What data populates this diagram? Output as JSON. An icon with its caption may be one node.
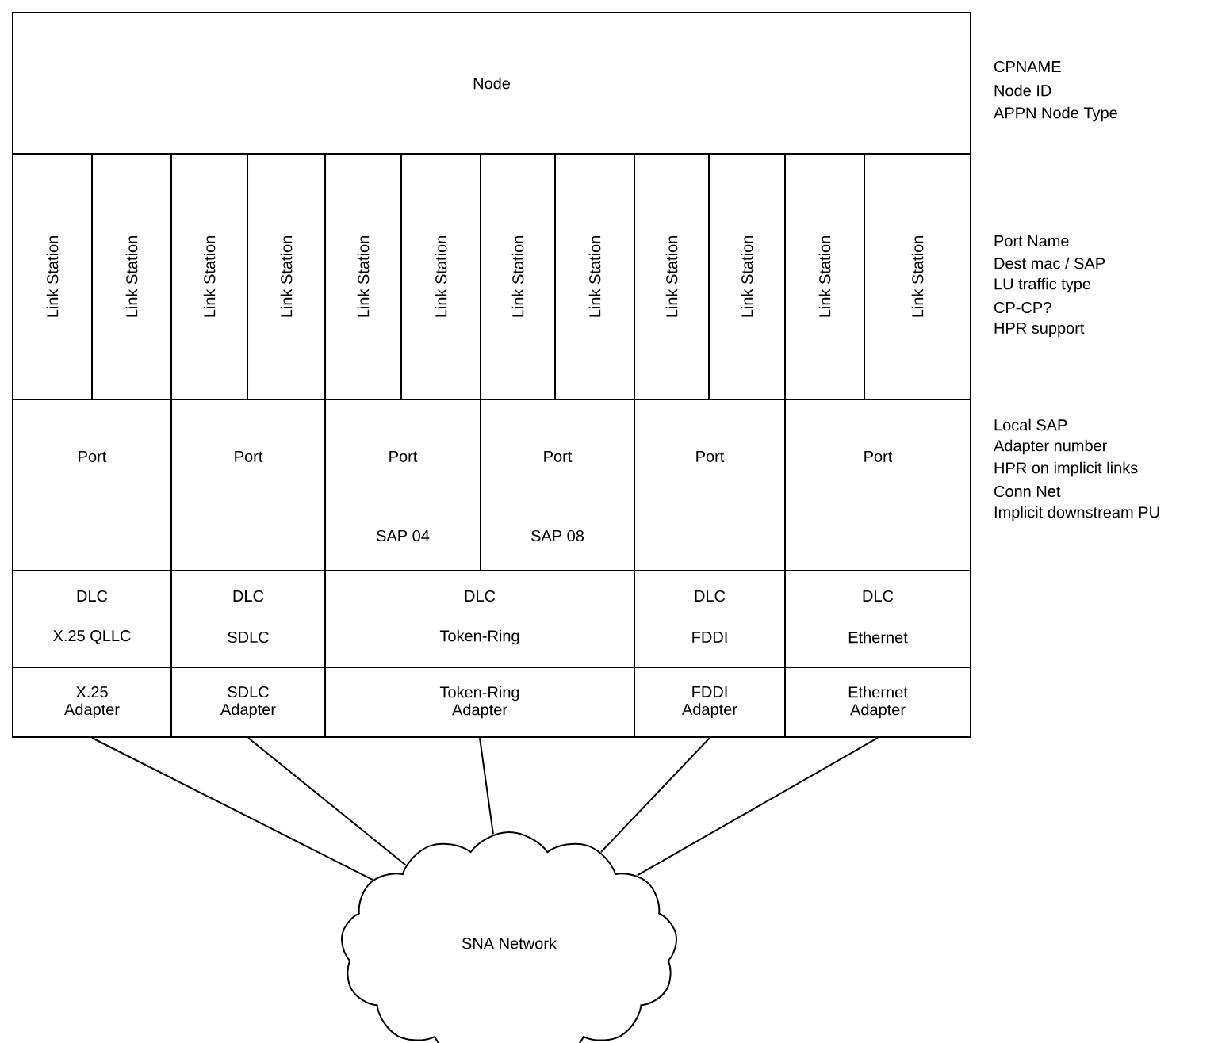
{
  "diagram": {
    "nodes": [
      {
        "text": [
          "Node"
        ]
      },
      {
        "text": [
          "Link Station"
        ]
      },
      {
        "text": [
          "Link Station"
        ]
      },
      {
        "text": [
          "Link Station"
        ]
      },
      {
        "text": [
          "Link Station"
        ]
      },
      {
        "text": [
          "Link Station"
        ]
      },
      {
        "text": [
          "Link Station"
        ]
      },
      {
        "text": [
          "Link Station"
        ]
      },
      {
        "text": [
          "Link Station"
        ]
      },
      {
        "text": [
          "Link Station"
        ]
      },
      {
        "text": [
          "Link Station"
        ]
      },
      {
        "text": [
          "Link Station"
        ]
      },
      {
        "text": [
          "Link Station"
        ]
      },
      {
        "text": [
          "Port"
        ]
      },
      {
        "text": [
          "Port"
        ]
      },
      {
        "text": [
          "Port",
          "SAP 04"
        ]
      },
      {
        "text": [
          "Port",
          "SAP 08"
        ]
      },
      {
        "text": [
          "Port"
        ]
      },
      {
        "text": [
          "Port"
        ]
      },
      {
        "text": [
          "DLC",
          "X.25 QLLC"
        ]
      },
      {
        "text": [
          "DLC",
          "SDLC"
        ]
      },
      {
        "text": [
          "DLC",
          "Token-Ring"
        ]
      },
      {
        "text": [
          "DLC",
          "FDDI"
        ]
      },
      {
        "text": [
          "DLC",
          "Ethernet"
        ]
      },
      {
        "text": [
          "X.25 Adapter"
        ]
      },
      {
        "text": [
          "SDLC Adapter"
        ]
      },
      {
        "text": [
          "Token-Ring Adapter"
        ]
      },
      {
        "text": [
          "FDDI Adapter"
        ]
      },
      {
        "text": [
          "Ethernet Adapter"
        ]
      },
      {
        "text": [
          "SNA Network"
        ]
      }
    ],
    "edges": [
      {
        "from": 24,
        "to": 29,
        "arrow": "none"
      },
      {
        "from": 25,
        "to": 29,
        "arrow": "none"
      },
      {
        "from": 26,
        "to": 29,
        "arrow": "none"
      },
      {
        "from": 27,
        "to": 29,
        "arrow": "none"
      },
      {
        "from": 28,
        "to": 29,
        "arrow": "none"
      }
    ],
    "labels": [
      "CPNAME",
      "Node ID",
      "APPN Node Type",
      "Port Name",
      "Dest mac / SAP",
      "LU traffic type",
      "CP-CP?",
      "HPR support",
      "Local SAP",
      "Adapter number",
      "HPR on  implicit links",
      "Conn Net",
      "Implicit downstream PU"
    ]
  }
}
